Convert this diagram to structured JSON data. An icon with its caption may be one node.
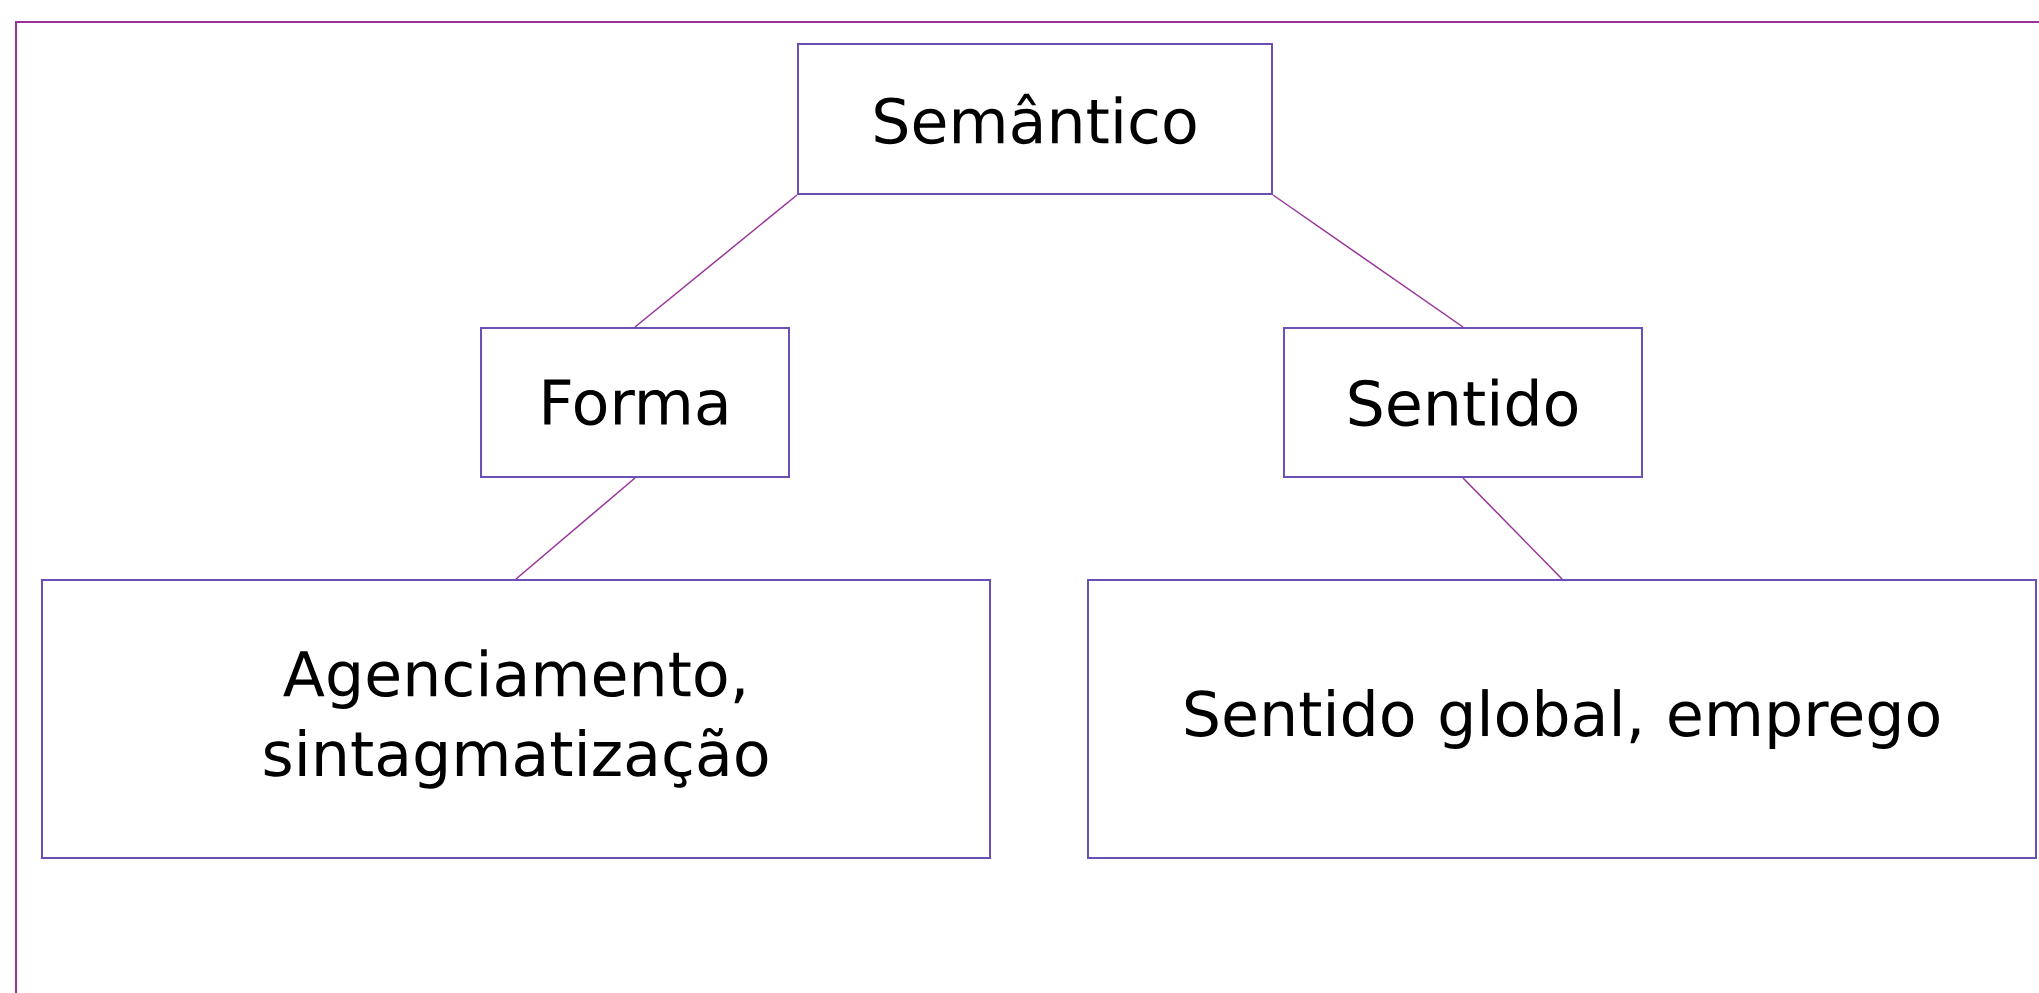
{
  "diagram": {
    "nodes": [
      {
        "text": [
          "Semântico"
        ]
      },
      {
        "text": [
          "Forma"
        ]
      },
      {
        "text": [
          "Sentido"
        ]
      },
      {
        "text": [
          "Agenciamento, sintagmatização"
        ]
      },
      {
        "text": [
          "Sentido global, emprego"
        ]
      }
    ],
    "edges": [
      {
        "from": 0,
        "to": 1,
        "arrow": "none"
      },
      {
        "from": 0,
        "to": 2,
        "arrow": "none"
      },
      {
        "from": 1,
        "to": 3,
        "arrow": "none"
      },
      {
        "from": 2,
        "to": 4,
        "arrow": "none"
      }
    ]
  }
}
